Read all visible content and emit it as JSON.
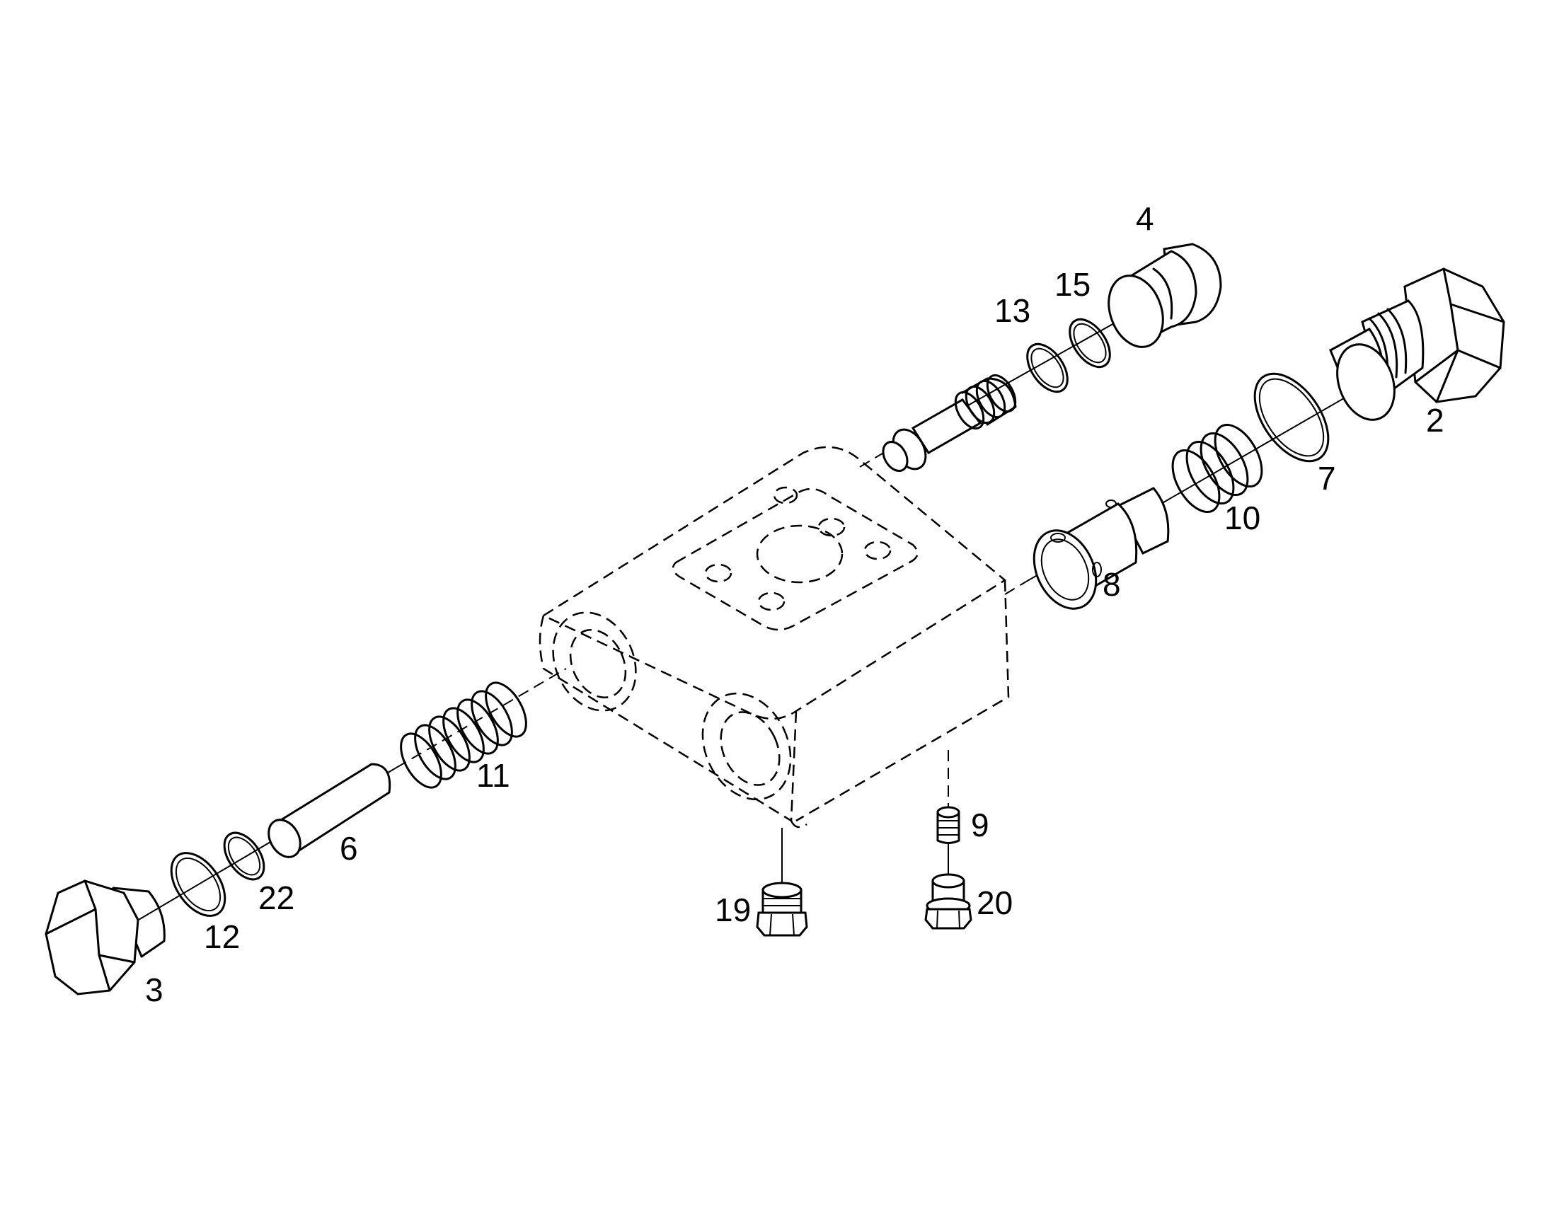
{
  "labels": {
    "p2": "2",
    "p3": "3",
    "p4": "4",
    "p6": "6",
    "p7": "7",
    "p8": "8",
    "p9": "9",
    "p10": "10",
    "p11": "11",
    "p12": "12",
    "p13": "13",
    "p15": "15",
    "p19": "19",
    "p20": "20",
    "p22": "22"
  }
}
